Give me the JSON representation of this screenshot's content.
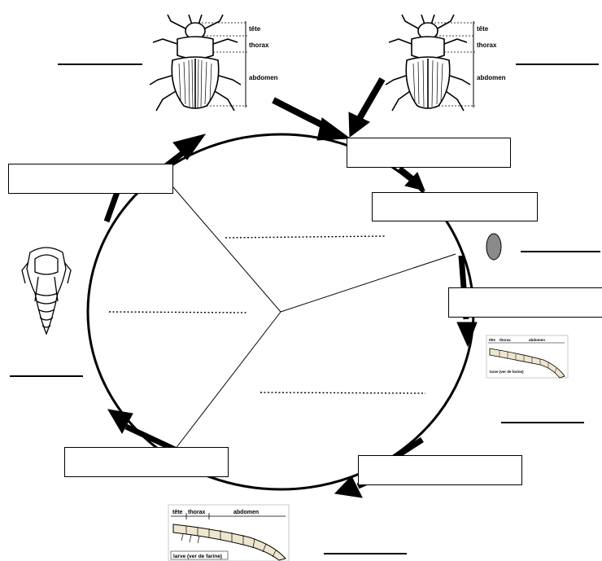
{
  "beetle_labels": {
    "head": "tête",
    "thorax": "thorax",
    "abdomen": "abdomen"
  },
  "larva_labels": {
    "head": "tête",
    "thorax": "thorax",
    "abdomen": "abdomen",
    "caption": "larve (ver de farine)"
  },
  "colors": {
    "ink": "#000000",
    "egg": "#8a8a8a",
    "larva_fill": "#efe6cf"
  }
}
